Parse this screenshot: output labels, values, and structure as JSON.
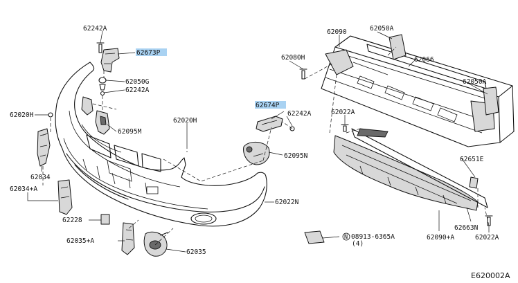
{
  "diagram_code": "E620002A",
  "highlight_color": "#a9d2f2",
  "labels": {
    "p62242A_top": "62242A",
    "p62673P": "62673P",
    "p62050G": "62050G",
    "p62242A_mid": "62242A",
    "p62020H_left": "62020H",
    "p62095M": "62095M",
    "p62020H_center": "62020H",
    "p62034": "62034",
    "p62034A": "62034+A",
    "p62228": "62228",
    "p62035A": "62035+A",
    "p62035": "62035",
    "p62674P": "62674P",
    "p62242A_right": "62242A",
    "p62095N": "62095N",
    "p62022N": "62022N",
    "p62090": "62090",
    "p62050A_top": "62050A",
    "p62080H": "62080H",
    "p62066": "62066",
    "p62050A_right": "62050A",
    "p62022A_mid": "62022A",
    "p62651E": "62651E",
    "p62663N": "62663N",
    "p62090A": "62090+A",
    "p62022A_bottom": "62022A",
    "bolt_n": "N",
    "bolt_code": "08913-6365A",
    "bolt_qty": "(4)"
  },
  "icons": [
    "clip-icon",
    "bolt-icon",
    "nut-icon",
    "n-circle-icon"
  ]
}
